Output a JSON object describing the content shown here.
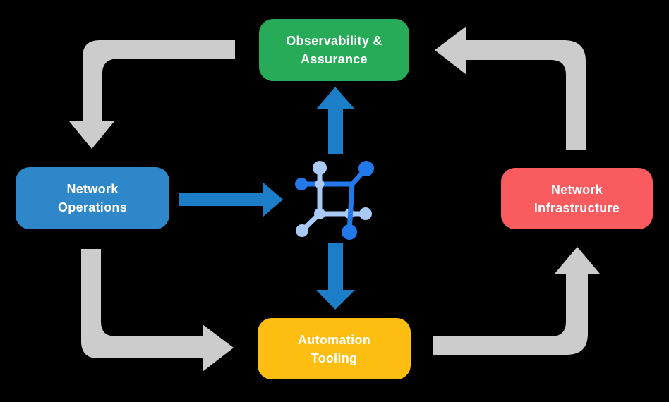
{
  "colors": {
    "background": "#000000",
    "box_green": "#27ab58",
    "box_blue": "#2d87c9",
    "box_red": "#f95b5f",
    "box_yellow": "#fdbe11",
    "arrow_gray": "#cccccc",
    "arrow_blue": "#1c7ec7",
    "icon_dark": "#2379ea",
    "icon_light": "#a9caf5",
    "text": "#ffffff"
  },
  "diagram": {
    "type": "cycle-flow",
    "center_icon": "network-mesh-icon",
    "nodes": [
      {
        "id": "observability-assurance",
        "label": "Observability &\nAssurance",
        "color_key": "box_green"
      },
      {
        "id": "network-operations",
        "label": "Network\nOperations",
        "color_key": "box_blue"
      },
      {
        "id": "network-infrastructure",
        "label": "Network\nInfrastructure",
        "color_key": "box_red"
      },
      {
        "id": "automation-tooling",
        "label": "Automation\nTooling",
        "color_key": "box_yellow"
      }
    ],
    "edges": [
      {
        "from": "observability-assurance",
        "to": "network-operations",
        "style": "gray-elbow"
      },
      {
        "from": "network-operations",
        "to": "automation-tooling",
        "style": "gray-elbow"
      },
      {
        "from": "automation-tooling",
        "to": "network-infrastructure",
        "style": "gray-elbow"
      },
      {
        "from": "network-infrastructure",
        "to": "observability-assurance",
        "style": "gray-elbow"
      },
      {
        "from": "network-operations",
        "to": "center-icon",
        "style": "blue-straight"
      },
      {
        "from": "center-icon",
        "to": "observability-assurance",
        "style": "blue-straight"
      },
      {
        "from": "center-icon",
        "to": "automation-tooling",
        "style": "blue-straight"
      }
    ]
  }
}
